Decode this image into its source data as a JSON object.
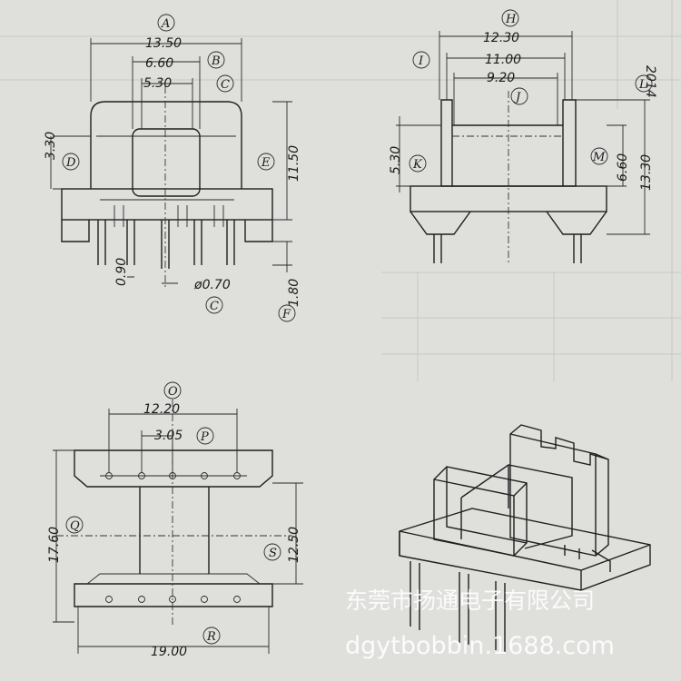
{
  "views": {
    "front": {
      "A": "A",
      "A_value": "13.50",
      "B": "B",
      "B_value": "6.60",
      "C": "C",
      "C_value": "5.30",
      "D": "D",
      "D_value": "3.30",
      "E": "E",
      "E_value": "11.50",
      "pin_pitch_value": "0.90",
      "pin_dia_value": "ø0.70",
      "C2": "C",
      "F": "F",
      "F_value": "1.80"
    },
    "side": {
      "H": "H",
      "H_value": "12.30",
      "I": "I",
      "I_value": "11.00",
      "J": "J",
      "J_value": "9.20",
      "K": "K",
      "K_value": "5.30",
      "L": "L",
      "L_value": "13.30",
      "M": "M",
      "M_value": "6.60"
    },
    "bottom": {
      "O": "O",
      "O_value": "12.20",
      "P": "P",
      "P_value": "3.05",
      "Q": "Q",
      "Q_value": "17.60",
      "S": "S",
      "S_value": "12.50",
      "R": "R",
      "R_value": "19.00"
    }
  },
  "watermark": {
    "company": "东莞市扬通电子有限公司",
    "url": "dgytbobbin.1688.com"
  },
  "corner_text": "2014"
}
